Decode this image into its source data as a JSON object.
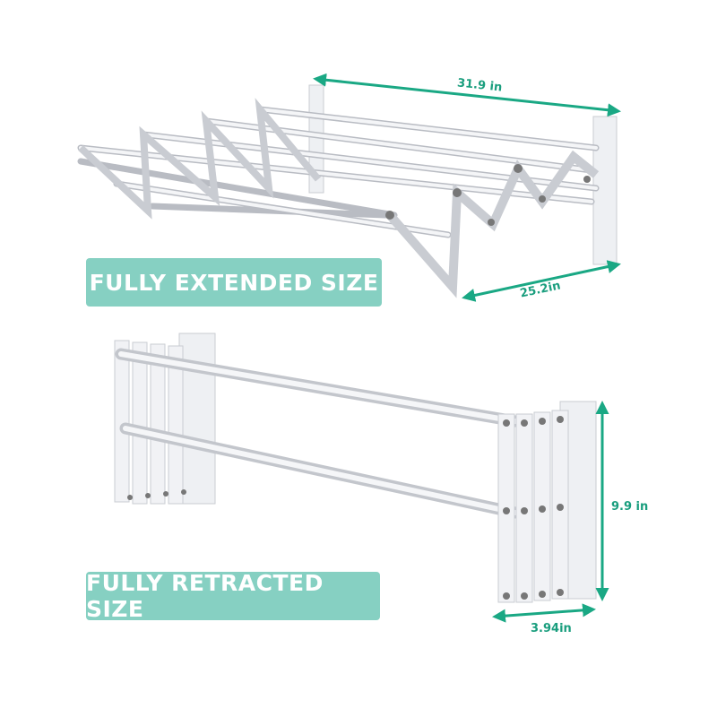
{
  "labels": {
    "extended": "FULLY EXTENDED SIZE",
    "retracted": "FULLY RETRACTED SIZE"
  },
  "dimensions": {
    "extended_length": "31.9 in",
    "extended_depth": "25.2in",
    "height": "9.9 in",
    "retracted_depth": "3.94in"
  },
  "colors": {
    "accent": "#1aa884",
    "label_bg": "#86d0c2",
    "rack": "#e4e6ea"
  }
}
